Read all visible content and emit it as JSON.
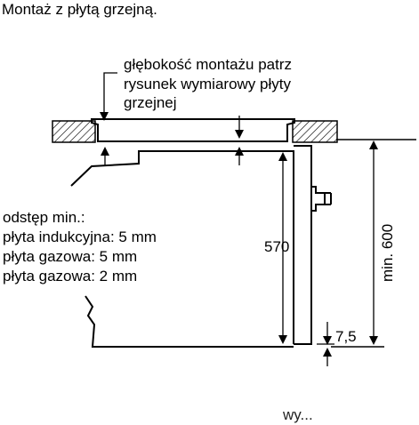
{
  "title": "Montaż z płytą grzejną.",
  "note_depth": {
    "line1": "głębokość montażu patrz",
    "line2": "rysunek wymiarowy płyty",
    "line3": "grzejnej"
  },
  "clearance": {
    "heading": "odstęp min.:",
    "items": [
      "płyta indukcyjna: 5 mm",
      "płyta gazowa: 5 mm",
      "płyta gazowa: 2 mm"
    ]
  },
  "dimensions": {
    "height_inner": "570",
    "height_min": "min. 600",
    "gap": "7,5"
  },
  "watermark": "wy..."
}
